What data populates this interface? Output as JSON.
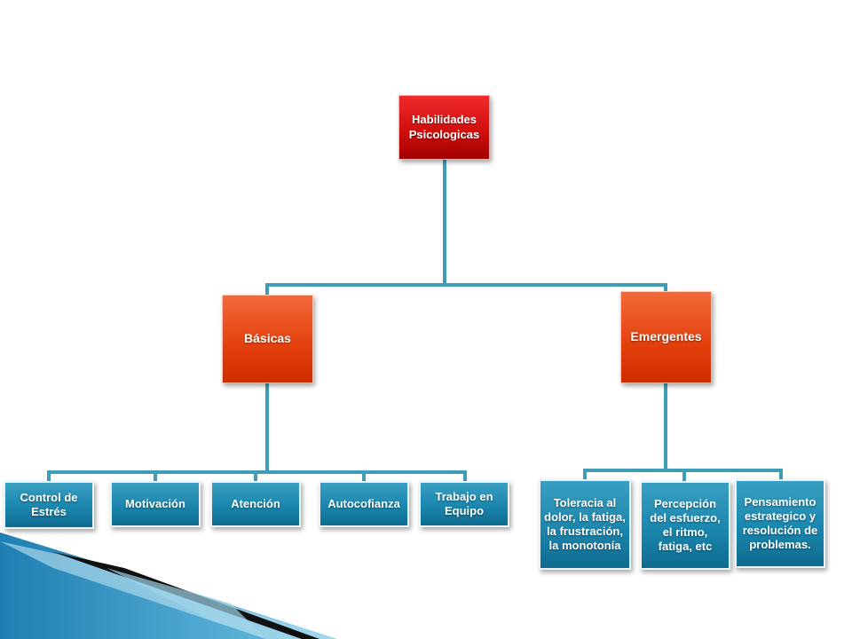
{
  "diagram": {
    "root": "Habilidades Psicologicas",
    "branches": [
      {
        "label": "Básicas",
        "children": [
          "Control de Estrés",
          "Motivación",
          "Atención",
          "Autocofianza",
          "Trabajo en Equipo"
        ]
      },
      {
        "label": "Emergentes",
        "children": [
          "Toleracia al dolor, la fatiga, la frustración, la monotonía",
          "Percepción del esfuerzo, el ritmo, fatiga, etc",
          "Pensamiento estrategico y resolución de problemas."
        ]
      }
    ]
  },
  "colors": {
    "root": "#d10f0f",
    "branch": "#e23f0c",
    "leaf": "#1b86ad",
    "connector": "#3f9db8",
    "decor_blue": "#2a8fbf"
  }
}
